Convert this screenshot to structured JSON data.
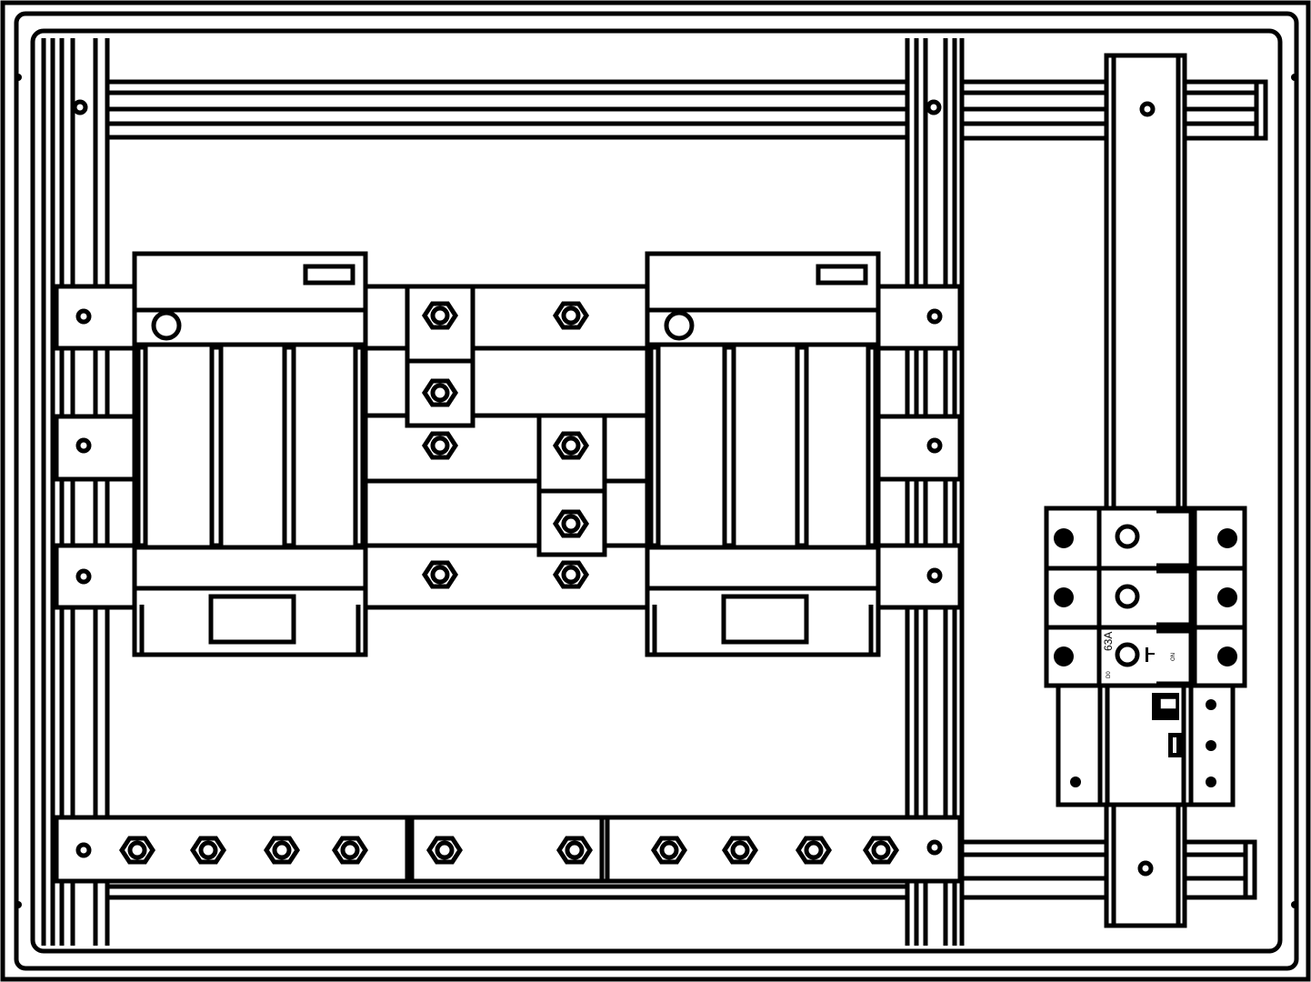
{
  "breaker": {
    "rating_label": "63A",
    "on_label": "ON",
    "model_label": "D0"
  },
  "colors": {
    "line": "#000000",
    "background": "#ffffff"
  }
}
